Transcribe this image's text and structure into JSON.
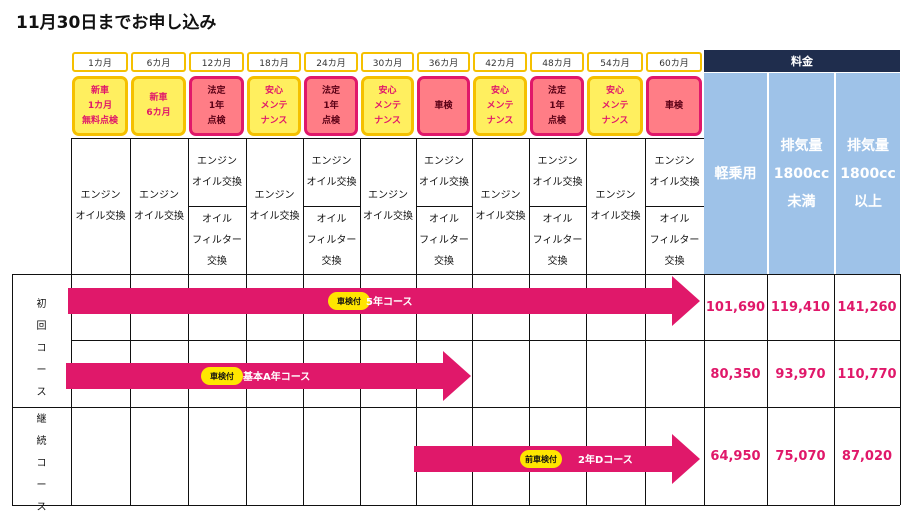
{
  "title": "11月30日までお申し込み",
  "months": [
    "1カ月",
    "6カ月",
    "12カ月",
    "18カ月",
    "24カ月",
    "30カ月",
    "36カ月",
    "42カ月",
    "48カ月",
    "54カ月",
    "60カ月"
  ],
  "services": [
    {
      "label": "新車\n1カ月\n無料点検",
      "kind": "y"
    },
    {
      "label": "新車\n6カ月",
      "kind": "y"
    },
    {
      "label": "法定\n1年\n点検",
      "kind": "p"
    },
    {
      "label": "安心\nメンテ\nナンス",
      "kind": "y"
    },
    {
      "label": "法定\n1年\n点検",
      "kind": "p"
    },
    {
      "label": "安心\nメンテ\nナンス",
      "kind": "y"
    },
    {
      "label": "車検",
      "kind": "p"
    },
    {
      "label": "安心\nメンテ\nナンス",
      "kind": "y"
    },
    {
      "label": "法定\n1年\n点検",
      "kind": "p"
    },
    {
      "label": "安心\nメンテ\nナンス",
      "kind": "y"
    },
    {
      "label": "車検",
      "kind": "p"
    }
  ],
  "work": {
    "oil": "エンジン\nオイル交換",
    "filter": "オイル\nフィルター\n交換"
  },
  "price_header": {
    "title": "料金",
    "columns": [
      "軽乗用",
      "排気量\n1800cc\n未満",
      "排気量\n1800cc\n以上"
    ]
  },
  "groups": [
    {
      "label": "初\n回\nコ\nー\nス"
    },
    {
      "label": "継\n続\nコ\nー\nス"
    }
  ],
  "courses": [
    {
      "badge": "車検付",
      "name": "5年コース",
      "prices": [
        "101,690",
        "119,410",
        "141,260"
      ]
    },
    {
      "badge": "車検付",
      "name": "基本A年コース",
      "prices": [
        "80,350",
        "93,970",
        "110,770"
      ]
    },
    {
      "badge": "前車検付",
      "name": "2年Dコース",
      "prices": [
        "64,950",
        "75,070",
        "87,020"
      ]
    }
  ],
  "colors": {
    "accent_pink": "#e0186a",
    "yellow": "#ffef5f",
    "salmon": "#ff7d86",
    "navy": "#1f2d4d",
    "light_blue": "#9ec2e8",
    "gold_border": "#f5c000"
  }
}
